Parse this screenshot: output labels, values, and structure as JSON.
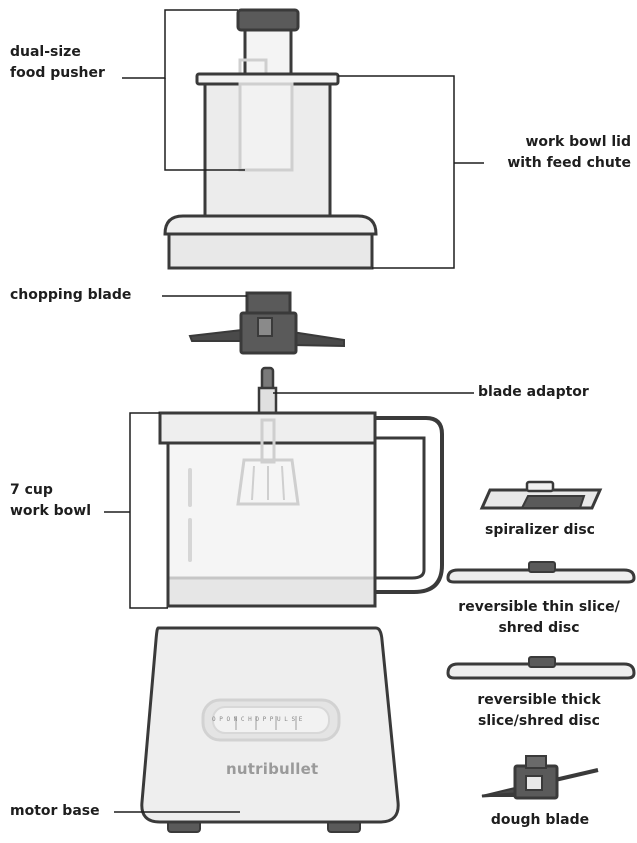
{
  "labels": {
    "food_pusher": [
      "dual-size",
      "food pusher"
    ],
    "lid": [
      "work bowl lid",
      "with feed chute"
    ],
    "chopping_blade": "chopping blade",
    "blade_adaptor": "blade adaptor",
    "work_bowl": [
      "7 cup",
      "work bowl"
    ],
    "spiralizer_disc": "spiralizer disc",
    "thin_disc": [
      "reversible thin slice/",
      "shred disc"
    ],
    "thick_disc": [
      "reversible thick",
      "slice/shred disc"
    ],
    "dough_blade": "dough blade",
    "motor_base": "motor base"
  },
  "product": {
    "brand": "nutribullet",
    "panel_text": "O P  O N  C H O P  P U L S E"
  },
  "colors": {
    "outline": "#3a3a3a",
    "body_light": "#f0f0f0",
    "body_mid": "#d8d8d8",
    "dark_part": "#5a5a5a",
    "ghost": "#cfcfcf"
  }
}
